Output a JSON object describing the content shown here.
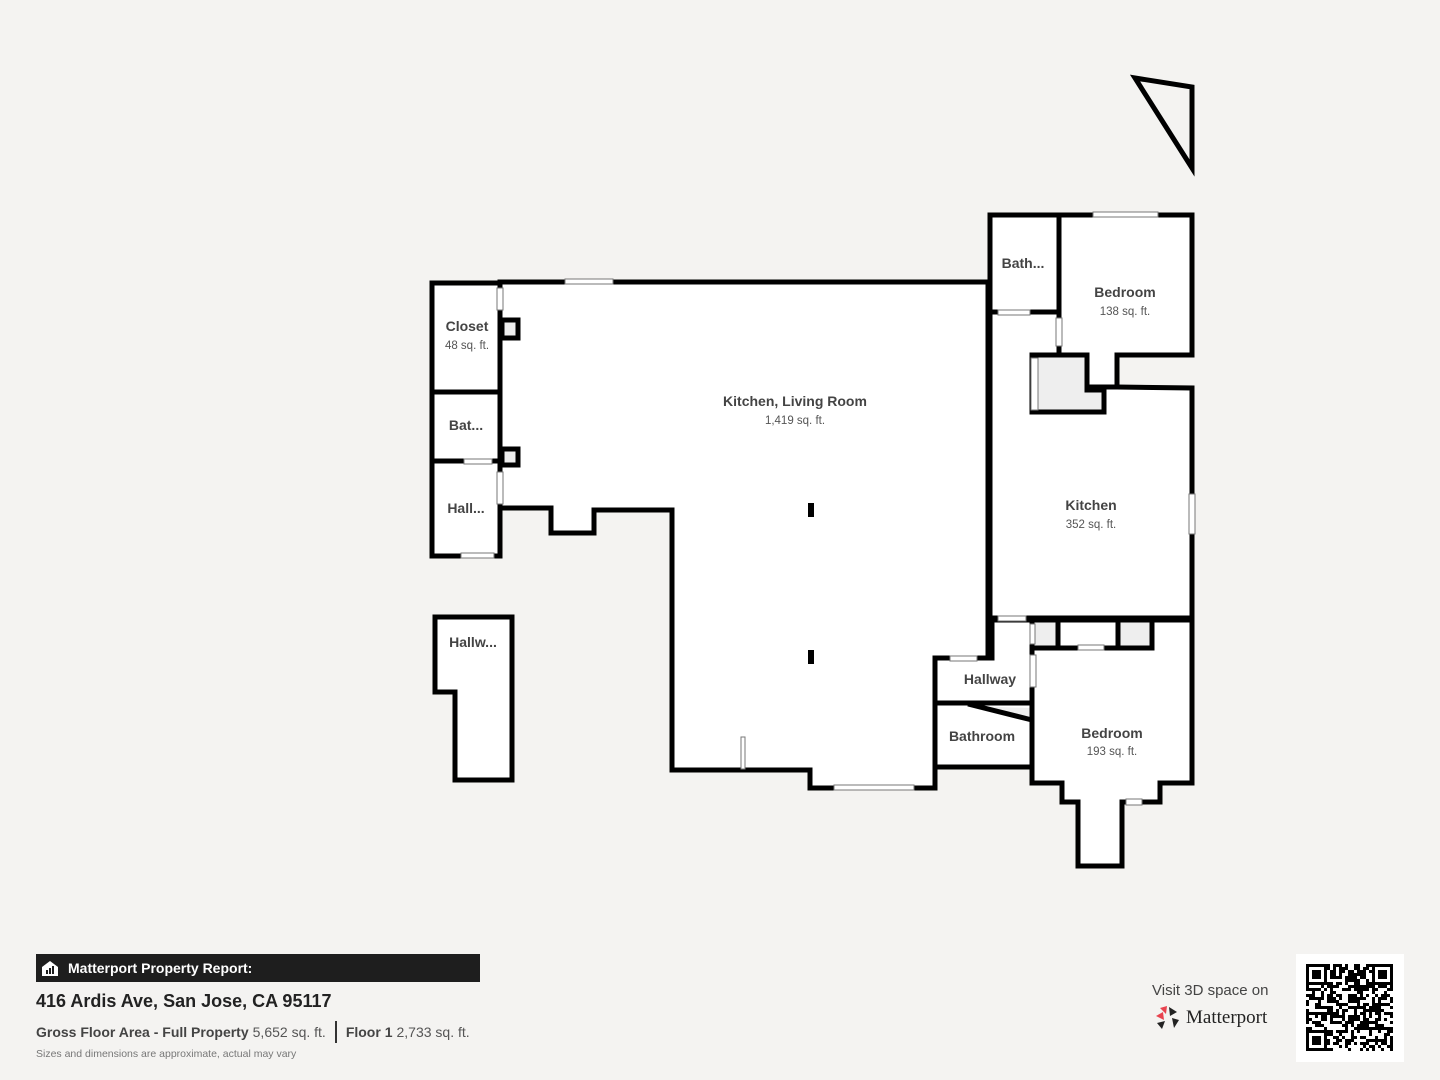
{
  "rooms": {
    "kitchen_living": {
      "name": "Kitchen, Living Room",
      "area": "1,419 sq. ft."
    },
    "closet": {
      "name": "Closet",
      "area": "48 sq. ft."
    },
    "bath_left": {
      "name": "Bat..."
    },
    "hall_left": {
      "name": "Hall..."
    },
    "hallway_detached": {
      "name": "Hallw..."
    },
    "bath_top": {
      "name": "Bath..."
    },
    "bedroom_top": {
      "name": "Bedroom",
      "area": "138 sq. ft."
    },
    "kitchen": {
      "name": "Kitchen",
      "area": "352 sq. ft."
    },
    "hallway": {
      "name": "Hallway"
    },
    "bathroom": {
      "name": "Bathroom"
    },
    "bedroom_bottom": {
      "name": "Bedroom",
      "area": "193 sq. ft."
    }
  },
  "report": {
    "title": "Matterport Property Report:",
    "address": "416 Ardis Ave, San Jose, CA 95117",
    "gfa_label": "Gross Floor Area - Full Property",
    "gfa_value": "5,652 sq. ft.",
    "floor_label": "Floor 1",
    "floor_value": "2,733 sq. ft.",
    "disclaimer": "Sizes and dimensions are approximate, actual may vary"
  },
  "visit": {
    "text": "Visit 3D space on",
    "brand": "Matterport",
    "brand_colors": [
      "#e8434f",
      "#222222"
    ]
  },
  "icons": {
    "report": "building-chart-icon",
    "north": "north-arrow-icon",
    "qr": "qr-code"
  }
}
